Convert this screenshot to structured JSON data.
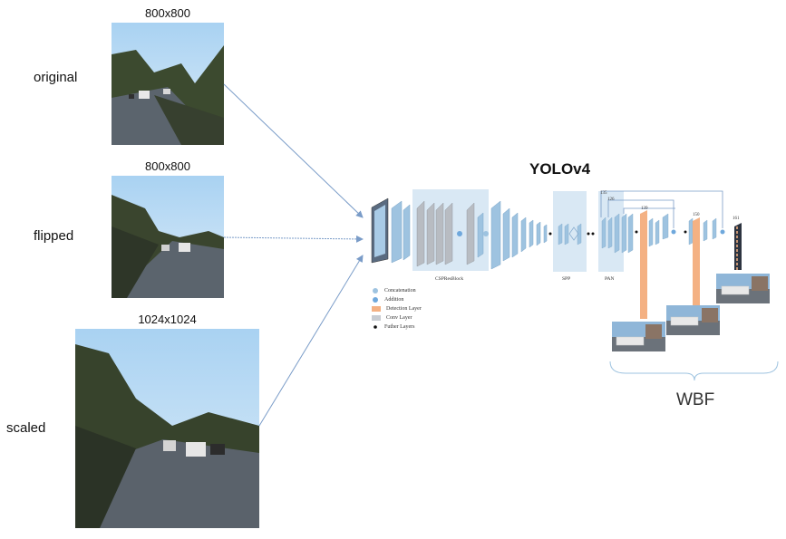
{
  "inputs": [
    {
      "label": "original",
      "size": "800x800"
    },
    {
      "label": "flipped",
      "size": "800x800"
    },
    {
      "label": "scaled",
      "size": "1024x1024"
    }
  ],
  "model": {
    "title": "YOLOv4",
    "blocks": {
      "backbone": "CSPResBlock",
      "spp": "SPP",
      "pan": "PAN"
    },
    "layer_numbers": [
      "135",
      "126",
      "139",
      "150",
      "161"
    ],
    "legend": [
      {
        "icon": "concatenation-icon",
        "label": "Concatenation"
      },
      {
        "icon": "addition-icon",
        "label": "Addition"
      },
      {
        "icon": "detection-layer-icon",
        "label": "Detection Layer"
      },
      {
        "icon": "conv-layer-icon",
        "label": "Conv Layer"
      },
      {
        "icon": "further-layers-icon",
        "label": "Futher Layers"
      }
    ]
  },
  "fusion": {
    "label": "WBF"
  },
  "colors": {
    "arrow": "#7a9cc8",
    "conv": "#9ec3e0",
    "detection": "#f4b183",
    "panel": "#d9e8f4",
    "sky": "#9cc7ea",
    "road": "#4c5560"
  }
}
